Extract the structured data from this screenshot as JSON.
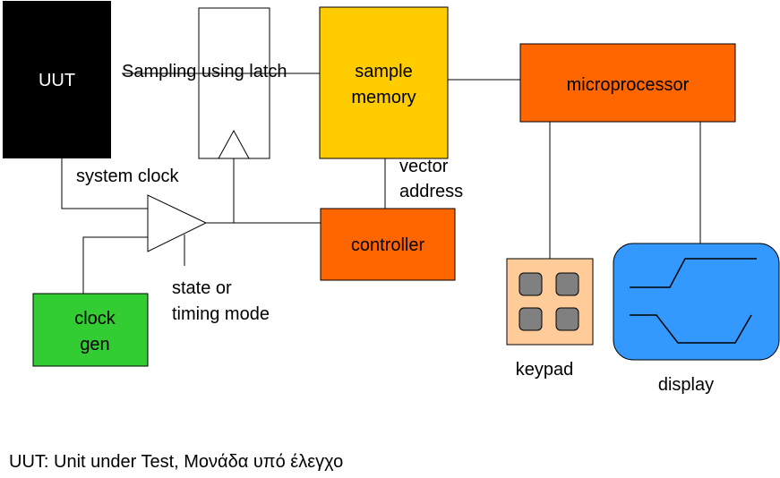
{
  "blocks": {
    "uut": {
      "label": "UUT",
      "fill": "#000000",
      "text_color": "#ffffff"
    },
    "sample_memory": {
      "label_line1": "sample",
      "label_line2": "memory",
      "fill": "#ffcc00"
    },
    "microprocessor": {
      "label": "microprocessor",
      "fill": "#ff6600"
    },
    "controller": {
      "label": "controller",
      "fill": "#ff6600"
    },
    "clock_gen": {
      "label_line1": "clock",
      "label_line2": "gen",
      "fill": "#33cc33"
    },
    "keypad": {
      "label": "keypad",
      "fill": "#ffcc99",
      "key_fill": "#808080"
    },
    "display": {
      "label": "display",
      "fill": "#3399ff"
    }
  },
  "labels": {
    "sampling": "Sampling using latch",
    "system_clock": "system clock",
    "vector_line1": "vector",
    "vector_line2": "address",
    "state_line1": "state or",
    "state_line2": "timing mode"
  },
  "footnote": "UUT: Unit under Test, Μονάδα υπό έλεγχο"
}
